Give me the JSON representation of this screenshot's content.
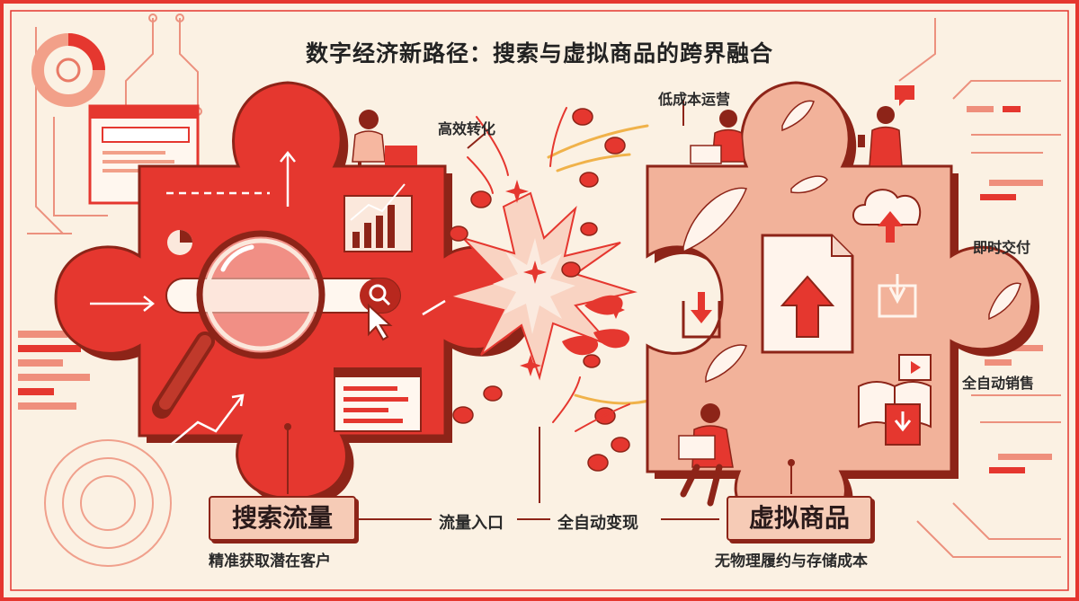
{
  "title": "数字经济新路径：搜索与虚拟商品的跨界融合",
  "left_piece": {
    "label": "搜索流量",
    "subtitle": "精准获取潜在客户",
    "callout": "高效转化"
  },
  "right_piece": {
    "label": "虚拟商品",
    "subtitle": "无物理履约与存储成本",
    "callouts": [
      "低成本运营",
      "即时交付",
      "全自动销售"
    ]
  },
  "center": {
    "left_caption": "流量入口",
    "right_caption": "全自动变现"
  },
  "colors": {
    "background": "#fbf1e3",
    "primary_red": "#e5372f",
    "dark_red": "#8d2418",
    "light_salmon": "#f2b29a",
    "gold": "#f0b24a"
  },
  "icons": [
    "search-icon",
    "magnifier-icon",
    "cursor-icon",
    "bar-chart-icon",
    "pie-chart-icon",
    "browser-window-icon",
    "document-icon",
    "cloud-upload-icon",
    "download-icon",
    "feather-icon",
    "book-icon",
    "video-icon",
    "coin-icon",
    "chat-bubble-icon",
    "laptop-user-icon"
  ]
}
